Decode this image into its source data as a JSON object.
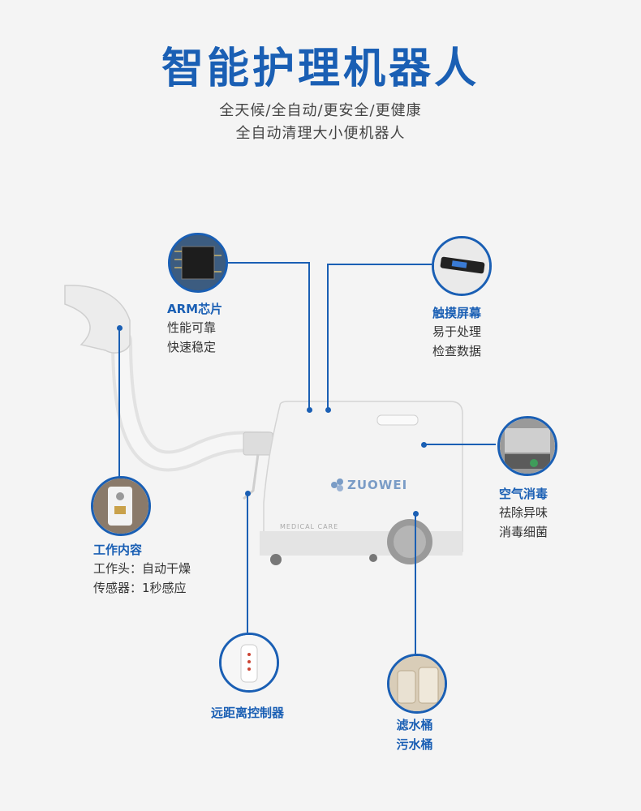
{
  "header": {
    "title": "智能护理机器人",
    "subtitle_line1": "全天候/全自动/更安全/更健康",
    "subtitle_line2": "全自动清理大小便机器人"
  },
  "product": {
    "brand": "ZUOWEI",
    "side_text": "MEDICAL CARE"
  },
  "features": {
    "arm_chip": {
      "title": "ARM芯片",
      "line1": "性能可靠",
      "line2": "快速稳定"
    },
    "touch_screen": {
      "title": "触摸屏幕",
      "line1": "易于处理",
      "line2": "检查数据"
    },
    "air_disinfect": {
      "title": "空气消毒",
      "line1": "祛除异味",
      "line2": "消毒细菌"
    },
    "work_content": {
      "title": "工作内容",
      "line1": "工作头：自动干燥",
      "line2": "传感器：1秒感应"
    },
    "remote": {
      "title": "远距离控制器"
    },
    "buckets": {
      "line1": "滤水桶",
      "line2": "污水桶"
    }
  },
  "colors": {
    "accent": "#1a5fb4",
    "background": "#f4f4f4"
  }
}
